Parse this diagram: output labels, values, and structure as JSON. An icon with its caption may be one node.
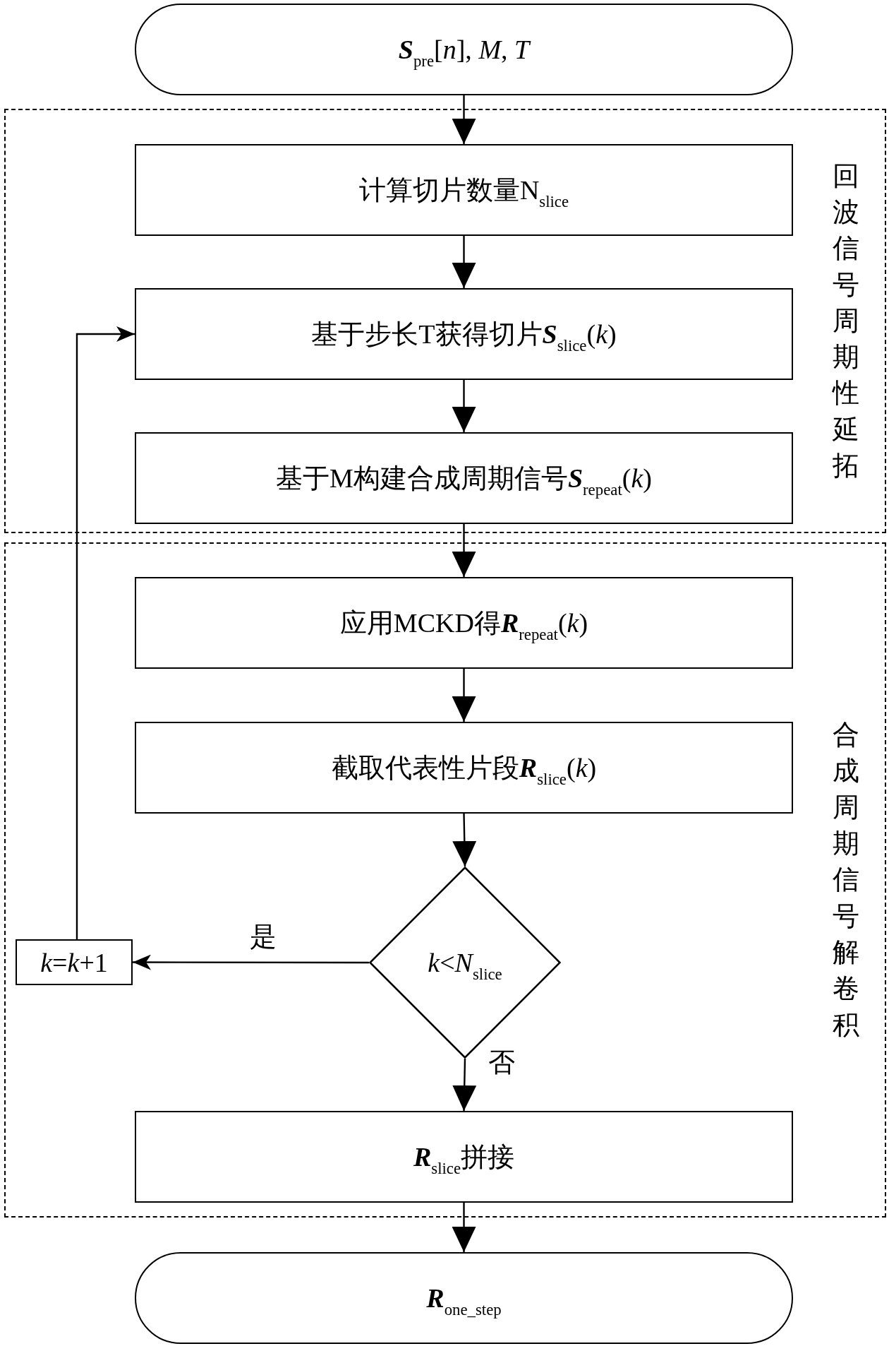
{
  "diagram": {
    "nodes": [
      {
        "text": [
          "**S**$_{pre}$[*n*], *M*, *T*"
        ]
      },
      {
        "text": [
          "回波信号周期性延拓"
        ]
      },
      {
        "text": [
          "计算切片数量N$_{slice}$"
        ],
        "in": 1
      },
      {
        "text": [
          "基于步长T获得切片**S**$_{slice}$(*k*)"
        ],
        "in": 1
      },
      {
        "text": [
          "基于M构建合成周期信号**S**$_{repeat}$(*k*)"
        ],
        "in": 1
      },
      {
        "text": [
          "合成周期信号解卷积"
        ]
      },
      {
        "text": [
          "应用MCKD得**R**$_{repeat}$(*k*)"
        ],
        "in": 5
      },
      {
        "text": [
          "截取代表性片段**R**$_{slice}$(*k*)"
        ],
        "in": 5
      },
      {
        "text": [
          "*k*<*N*$_{slice}$"
        ],
        "in": 5
      },
      {
        "text": [
          "*k*=*k*+1"
        ],
        "in": 5
      },
      {
        "text": [
          "**R**$_{slice}$拼接"
        ],
        "in": 5
      },
      {
        "text": [
          "**R**$_{one_step}$"
        ]
      }
    ],
    "edges": [
      {
        "from": 0,
        "to": 2,
        "arrow": "to"
      },
      {
        "from": 2,
        "to": 3,
        "arrow": "to"
      },
      {
        "from": 3,
        "to": 4,
        "arrow": "to"
      },
      {
        "from": 4,
        "to": 6,
        "arrow": "to"
      },
      {
        "from": 6,
        "to": 7,
        "arrow": "to"
      },
      {
        "from": 7,
        "to": 8,
        "arrow": "to"
      },
      {
        "from": 8,
        "to": 9,
        "arrow": "to",
        "label": "是"
      },
      {
        "from": 9,
        "to": 3,
        "arrow": "to"
      },
      {
        "from": 8,
        "to": 10,
        "arrow": "to",
        "label": "否"
      },
      {
        "from": 10,
        "to": 11,
        "arrow": "to"
      }
    ]
  }
}
